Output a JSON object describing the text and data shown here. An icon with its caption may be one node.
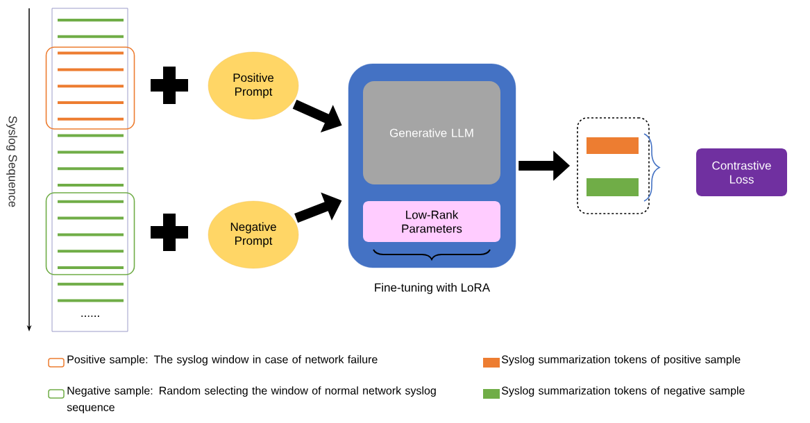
{
  "diagram": {
    "nodes": [
      {
        "text": [],
        "shape": "box"
      },
      {
        "text": [],
        "shape": "box",
        "in": 0
      },
      {
        "text": [],
        "shape": "box",
        "in": 0
      },
      {
        "text": [
          "Positive Prompt"
        ]
      },
      {
        "text": [
          "Negative Prompt"
        ]
      },
      {
        "text": [],
        "shape": "box",
        "beside": [
          "Fine-tuning with LoRA"
        ]
      },
      {
        "text": [
          "Generative LLM"
        ],
        "in": 5
      },
      {
        "text": [
          "Low-Rank Parameters"
        ],
        "in": 5
      },
      {
        "text": [],
        "shape": "box"
      },
      {
        "text": [],
        "shape": "bar",
        "in": 8
      },
      {
        "text": [],
        "shape": "bar",
        "in": 8
      },
      {
        "text": [
          "Contrastive Loss"
        ]
      }
    ],
    "edges": [
      {
        "from": 3,
        "to": 5,
        "arrow": "to"
      },
      {
        "from": 4,
        "to": 5,
        "arrow": "to"
      },
      {
        "from": 5,
        "to": 8,
        "arrow": "to"
      }
    ],
    "labels": [
      "Syslog Sequence",
      "......"
    ],
    "legend": [
      {
        "text": "Positive sample: The syslog window in case of network failure"
      },
      {
        "text": "Negative sample: Random selecting the window of normal network syslog sequence"
      },
      {
        "text": "Syslog summarization tokens of positive sample",
        "color": "#ed7d31"
      },
      {
        "text": "Syslog summarization tokens of negative sample",
        "color": "#70ad47"
      }
    ]
  }
}
